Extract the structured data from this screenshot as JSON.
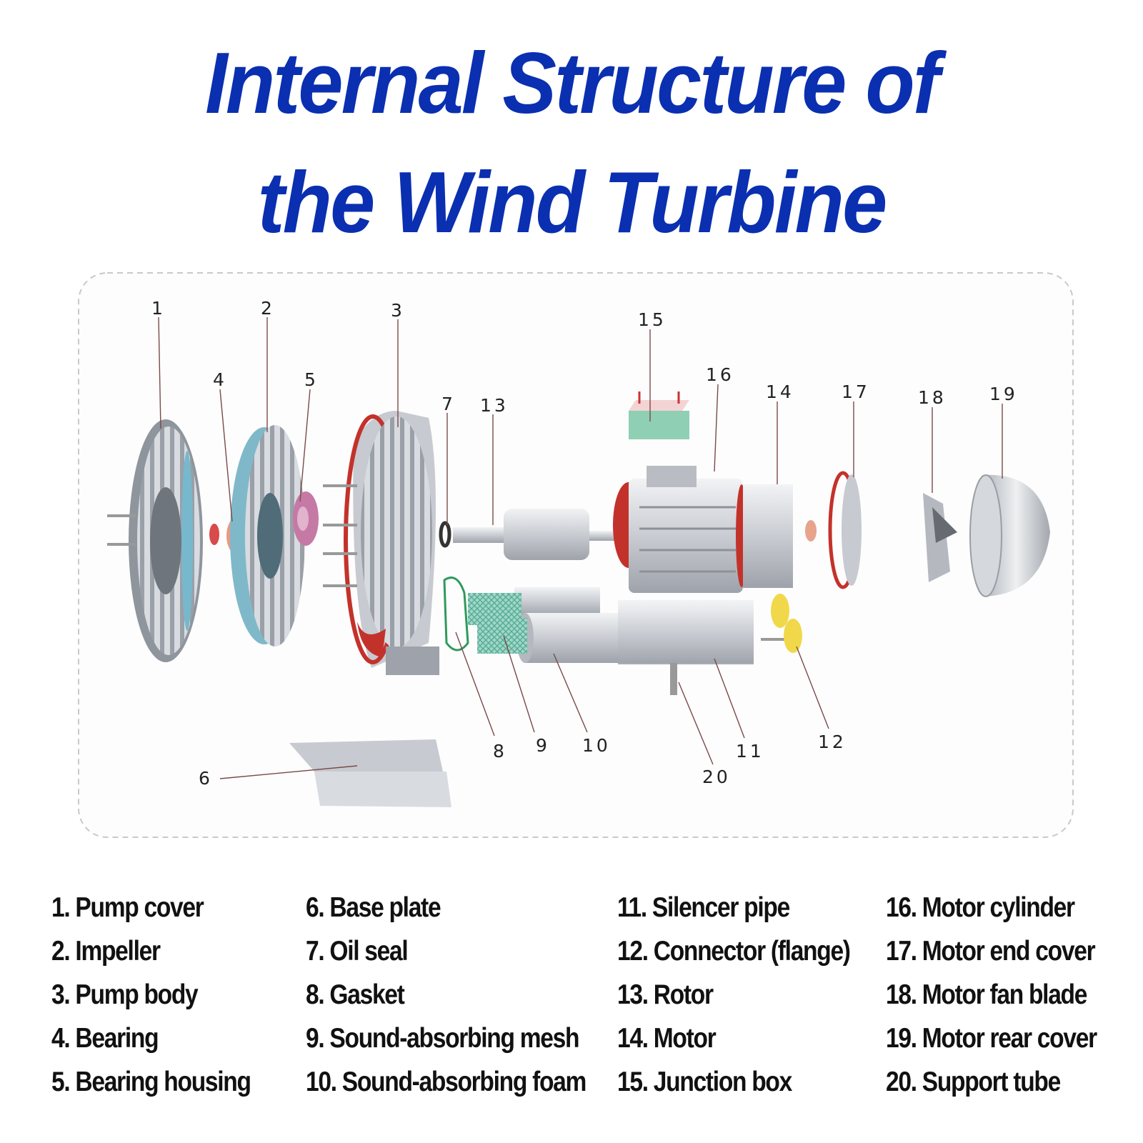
{
  "title": {
    "line1": "Internal Structure of",
    "line2": "the Wind Turbine"
  },
  "callouts": [
    "1",
    "2",
    "3",
    "4",
    "5",
    "6",
    "7",
    "8",
    "9",
    "10",
    "11",
    "12",
    "13",
    "14",
    "15",
    "16",
    "17",
    "18",
    "19",
    "20"
  ],
  "legend": {
    "col1": [
      "1. Pump cover",
      "2. Impeller",
      "3. Pump body",
      "4. Bearing",
      "5. Bearing housing"
    ],
    "col2": [
      "6. Base plate",
      "7. Oil seal",
      "8. Gasket",
      "9. Sound-absorbing mesh",
      "10. Sound-absorbing foam"
    ],
    "col3": [
      "11. Silencer pipe",
      "12. Connector (flange)",
      "13. Rotor",
      "14. Motor",
      "15. Junction box"
    ],
    "col4": [
      "16. Motor cylinder",
      "17. Motor end cover",
      "18. Motor fan blade",
      "19. Motor rear cover",
      "20. Support tube"
    ]
  }
}
